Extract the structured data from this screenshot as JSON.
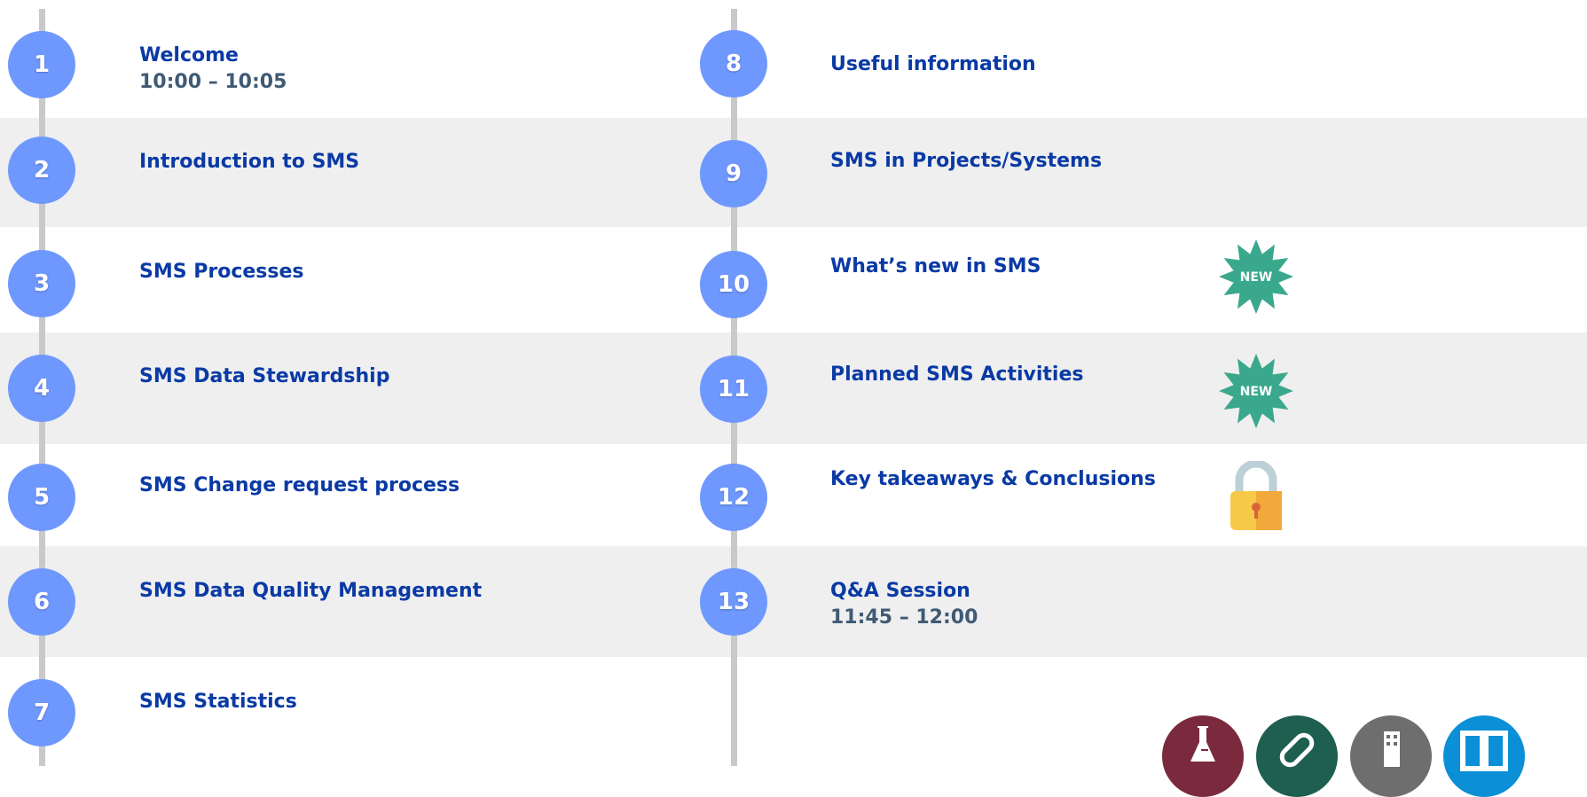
{
  "agenda": {
    "items": [
      {
        "number": "1",
        "title": "Welcome",
        "time": "10:00 – 10:05"
      },
      {
        "number": "2",
        "title": "Introduction to SMS"
      },
      {
        "number": "3",
        "title": "SMS Processes"
      },
      {
        "number": "4",
        "title": "SMS Data Stewardship"
      },
      {
        "number": "5",
        "title": "SMS Change request process"
      },
      {
        "number": "6",
        "title": "SMS Data Quality Management"
      },
      {
        "number": "7",
        "title": "SMS Statistics"
      },
      {
        "number": "8",
        "title": "Useful information"
      },
      {
        "number": "9",
        "title": "SMS in Projects/Systems"
      },
      {
        "number": "10",
        "title": "What’s new in SMS",
        "badge": "NEW"
      },
      {
        "number": "11",
        "title": "Planned SMS Activities",
        "badge": "NEW"
      },
      {
        "number": "12",
        "title": "Key takeaways & Conclusions",
        "icon": "padlock-icon"
      },
      {
        "number": "13",
        "title": "Q&A Session",
        "time": "11:45 – 12:00"
      }
    ]
  },
  "colors": {
    "circle": "#6f98ff",
    "title": "#0a3aa5",
    "time": "#3f5a75",
    "band": "#efefef",
    "timeline": "#c9c9c9",
    "new_badge": "#3aa88c"
  },
  "category_icons": [
    {
      "name": "flask-icon",
      "color": "#7a2a3c"
    },
    {
      "name": "pill-icon",
      "color": "#1e5f4f"
    },
    {
      "name": "building-icon",
      "color": "#6e6e6e"
    },
    {
      "name": "book-icon",
      "color": "#0b8fd6"
    }
  ]
}
